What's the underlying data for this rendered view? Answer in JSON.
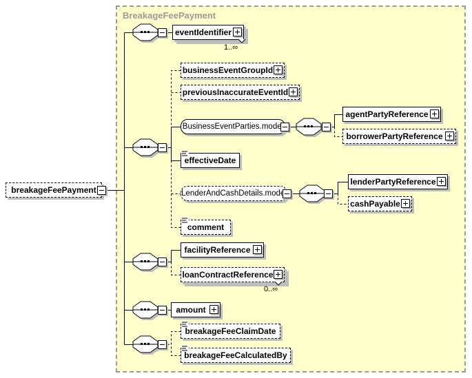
{
  "container": {
    "label": "BreakageFeePayment"
  },
  "root": {
    "label": "breakageFeePayment"
  },
  "elements": {
    "eventIdentifier": {
      "label": "eventIdentifier",
      "occurrence": "1..∞"
    },
    "businessEventGroupId": {
      "label": "businessEventGroupId"
    },
    "previousInaccurateEventId": {
      "label": "previousInaccurateEventId"
    },
    "businessEventPartiesModel": {
      "label": "BusinessEventParties.model"
    },
    "agentPartyReference": {
      "label": "agentPartyReference"
    },
    "borrowerPartyReference": {
      "label": "borrowerPartyReference"
    },
    "effectiveDate": {
      "label": "effectiveDate"
    },
    "lenderAndCashDetailsModel": {
      "label": "LenderAndCashDetails.model"
    },
    "lenderPartyReference": {
      "label": "lenderPartyReference"
    },
    "cashPayable": {
      "label": "cashPayable"
    },
    "comment": {
      "label": "comment"
    },
    "facilityReference": {
      "label": "facilityReference"
    },
    "loanContractReference": {
      "label": "loanContractReference",
      "occurrence": "0..∞"
    },
    "amount": {
      "label": "amount"
    },
    "breakageFeeClaimDate": {
      "label": "breakageFeeClaimDate"
    },
    "breakageFeeCalculatedBy": {
      "label": "breakageFeeCalculatedBy"
    }
  },
  "icons": {
    "expand": "plus-icon",
    "collapse": "minus-icon",
    "sequence": "sequence-connector-icon",
    "simple_content": "text-lines-icon",
    "repeat": "stacked-box-indicator"
  },
  "colors": {
    "container_fill": "#ffffcc",
    "container_border": "#999999",
    "container_label": "#999999",
    "box_fill": "#ffffff",
    "box_border": "#000000",
    "shadow": "#bdbdbd",
    "wire": "#000000"
  }
}
